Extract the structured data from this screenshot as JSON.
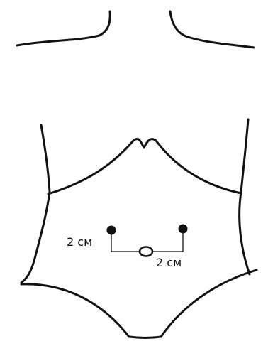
{
  "annotations": {
    "horizontal_offset": "2 см",
    "vertical_offset": "2 см"
  },
  "markers": {
    "point_color": "#111111",
    "navel_style": "open-ring",
    "point_style": "filled-dot"
  }
}
